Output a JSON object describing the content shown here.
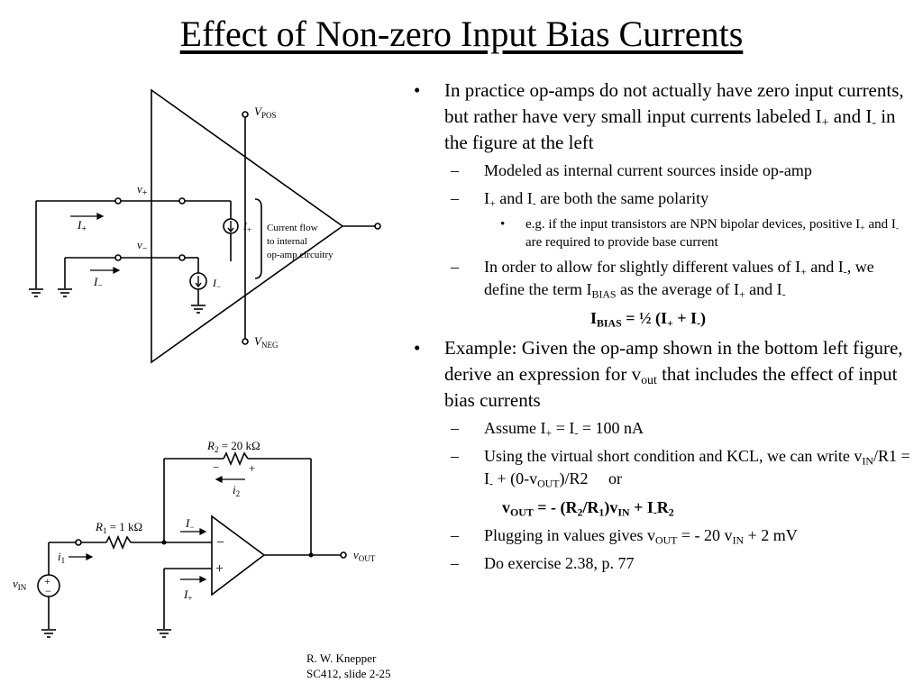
{
  "title": "Effect of Non-zero Input Bias Currents",
  "footer": {
    "line1": "R. W. Knepper",
    "line2": "SC412, slide 2-25"
  },
  "bullets": {
    "b1": {
      "text": "In practice op-amps do not actually have zero input currents, but rather have very small input currents labeled I₊ and I₋ in the figure at the left"
    },
    "b1_1": "Modeled as internal current sources inside op-amp",
    "b1_2": "I₊ and I₋ are both the same polarity",
    "b1_2_1": "e.g. if the input transistors are NPN bipolar devices, positive I₊ and I₋ are required to provide base current",
    "b1_3": "In order to allow for slightly different values of I₊ and I₋, we define the term I_BIAS as the average of I₊ and I₋",
    "eq1": "I_BIAS = ½ (I₊ + I₋)",
    "b2": "Example: Given the op-amp shown in the bottom left figure, derive an expression for v_out that includes the effect of input bias currents",
    "b2_1": "Assume I₊ = I₋ = 100 nA",
    "b2_2": "Using the virtual short condition and KCL, we can write v_IN/R1 = I₋ + (0-v_OUT)/R2 or",
    "eq2": "v_OUT = - (R2/R1)v_IN + I₋R2",
    "b2_3": "Plugging in values gives v_OUT = - 20 v_IN + 2 mV",
    "b2_4": "Do exercise 2.38, p. 77"
  },
  "figure1": {
    "vpos": "V",
    "vpos_sub": "POS",
    "vneg": "V",
    "vneg_sub": "NEG",
    "vplus": "v",
    "vplus_sub": "+",
    "vminus": "v",
    "vminus_sub": "−",
    "iplus": "I",
    "iplus_sub": "+",
    "iminus": "I",
    "iminus_sub": "−",
    "src_plus": "I",
    "src_plus_sub": "+",
    "src_minus": "I",
    "src_minus_sub": "−",
    "note_line1": "Current flow",
    "note_line2": "to internal",
    "note_line3": "op-amp circuitry"
  },
  "figure2": {
    "r2": "R",
    "r2_sub": "2",
    "r2_val": " = 20 kΩ",
    "r1": "R",
    "r1_sub": "1",
    "r1_val": " = 1 kΩ",
    "i2": "i",
    "i2_sub": "2",
    "i1": "i",
    "i1_sub": "1",
    "iminus": "I",
    "iminus_sub": "−",
    "iplus": "I",
    "iplus_sub": "+",
    "vin": "v",
    "vin_sub": "IN",
    "vout": "v",
    "vout_sub": "OUT",
    "minus": "−",
    "plus": "+",
    "r2_minus": "−",
    "r2_plus": "+",
    "src_plus": "+",
    "src_minus": "−"
  }
}
